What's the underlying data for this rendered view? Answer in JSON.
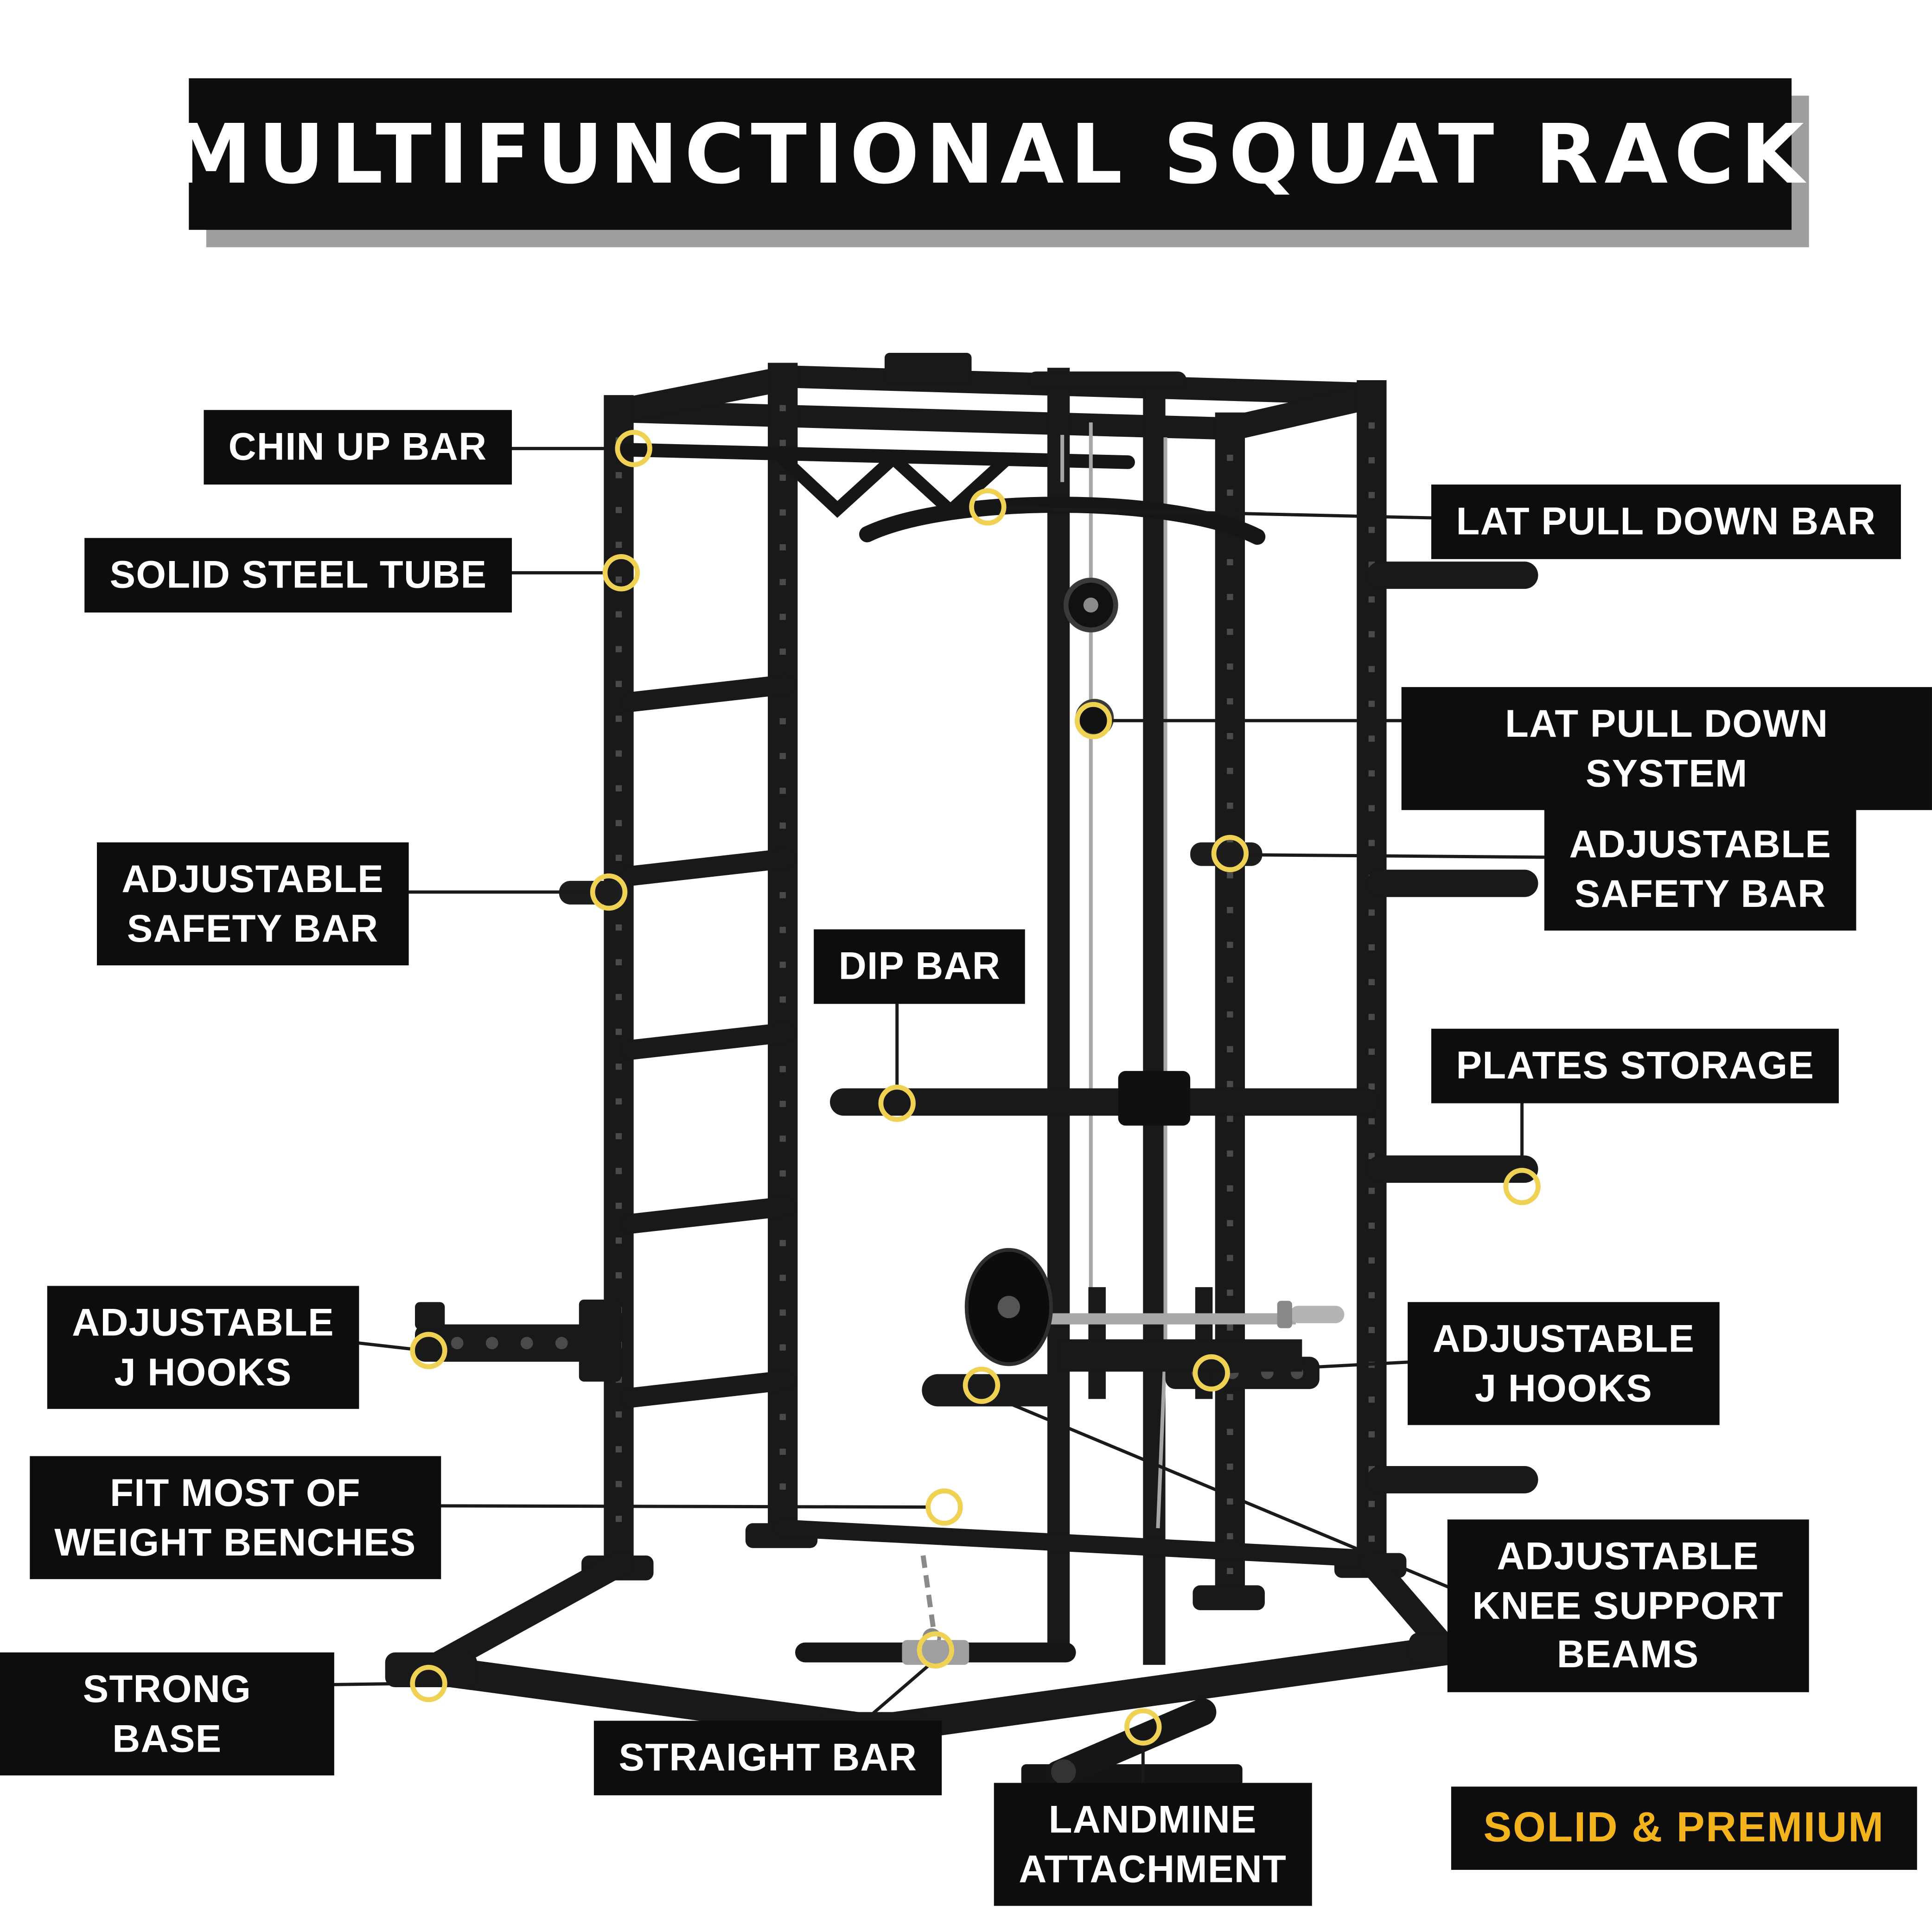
{
  "title": "MULTIFUNCTIONAL SQUAT RACK",
  "badge": "SOLID & PREMIUM",
  "colors": {
    "background": "#ffffff",
    "label_background": "#0d0d0d",
    "label_text": "#ffffff",
    "badge_text": "#f2b31c",
    "marker_ring": "#efd154",
    "callout_line": "#1a1a1a",
    "rack_steel": "#191919",
    "title_shadow": "#9e9e9e"
  },
  "callouts": [
    {
      "name": "chin-up-bar",
      "label": "CHIN UP BAR"
    },
    {
      "name": "solid-steel-tube",
      "label": "SOLID STEEL TUBE"
    },
    {
      "name": "lat-pull-down-bar",
      "label": "LAT PULL DOWN BAR"
    },
    {
      "name": "lat-pull-down-system",
      "label": "LAT PULL DOWN SYSTEM"
    },
    {
      "name": "adjustable-safety-bar-left",
      "label": "ADJUSTABLE\nSAFETY BAR"
    },
    {
      "name": "adjustable-safety-bar-right",
      "label": "ADJUSTABLE\nSAFETY BAR"
    },
    {
      "name": "dip-bar",
      "label": "DIP BAR"
    },
    {
      "name": "plates-storage",
      "label": "PLATES STORAGE"
    },
    {
      "name": "adjustable-j-hooks-left",
      "label": "ADJUSTABLE\nJ HOOKS"
    },
    {
      "name": "adjustable-j-hooks-right",
      "label": "ADJUSTABLE\nJ HOOKS"
    },
    {
      "name": "fit-most-of-weight-benches",
      "label": "FIT MOST OF\nWEIGHT BENCHES"
    },
    {
      "name": "adjustable-knee-support-beams",
      "label": "ADJUSTABLE\nKNEE SUPPORT\nBEAMS"
    },
    {
      "name": "strong-base",
      "label": "STRONG BASE"
    },
    {
      "name": "straight-bar",
      "label": "STRAIGHT BAR"
    },
    {
      "name": "landmine-attachment",
      "label": "LANDMINE\nATTACHMENT"
    }
  ]
}
